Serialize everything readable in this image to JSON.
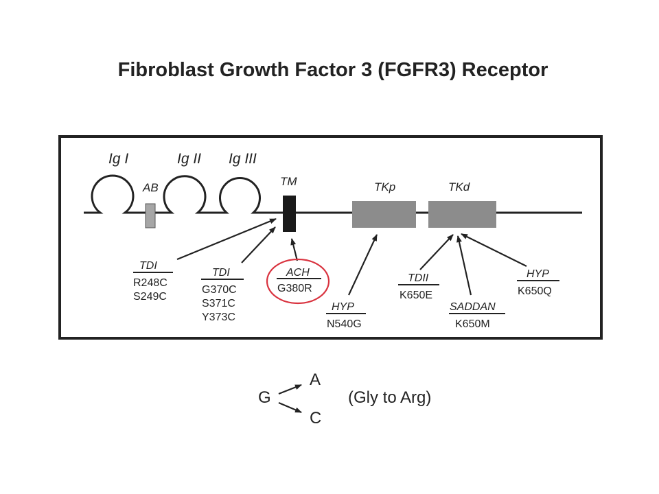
{
  "title": "Fibroblast Growth Factor 3 (FGFR3) Receptor",
  "domains": {
    "ig1": "Ig I",
    "ig2": "Ig II",
    "ig3": "Ig III",
    "ab": "AB",
    "tm": "TM",
    "tkp": "TKp",
    "tkd": "TKd"
  },
  "mutations": [
    {
      "disease": "TDI",
      "changes": [
        "R248C",
        "S249C"
      ]
    },
    {
      "disease": "TDI",
      "changes": [
        "G370C",
        "S371C",
        "Y373C"
      ]
    },
    {
      "disease": "ACH",
      "changes": [
        "G380R"
      ],
      "highlighted": true
    },
    {
      "disease": "HYP",
      "changes": [
        "N540G"
      ]
    },
    {
      "disease": "TDII",
      "changes": [
        "K650E"
      ]
    },
    {
      "disease": "SADDAN",
      "changes": [
        "K650M"
      ]
    },
    {
      "disease": "HYP",
      "changes": [
        "K650Q"
      ]
    }
  ],
  "substitution": {
    "from": "G",
    "to_top": "A",
    "to_bottom": "C",
    "note": "(Gly to Arg)"
  },
  "colors": {
    "highlight": "#d9333f",
    "tm_block": "#1a1a1a",
    "tk_block": "#8c8c8c",
    "ab_block": "#a6a6a6"
  }
}
